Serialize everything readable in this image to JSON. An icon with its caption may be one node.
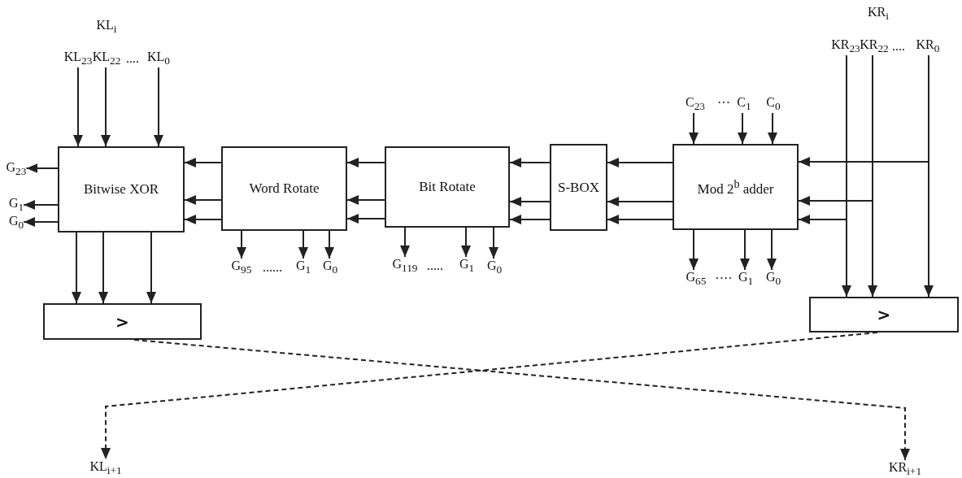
{
  "diagram": {
    "nodes": [
      {
        "text": [
          "KL$_{23}$"
        ]
      },
      {
        "text": [
          "KL$_{22}$"
        ]
      },
      {
        "text": [
          "KL$_{0}$"
        ]
      },
      {
        "text": [
          "Bitwise XOR"
        ]
      },
      {
        "text": [
          "G$_{23}$"
        ]
      },
      {
        "text": [
          "G$_{1}$"
        ]
      },
      {
        "text": [
          "G$_{0}$"
        ]
      },
      {
        "text": [
          "Word Rotate"
        ]
      },
      {
        "text": [
          "G$_{95}$"
        ]
      },
      {
        "text": [
          "G$_{1}$"
        ]
      },
      {
        "text": [
          "G$_{0}$"
        ]
      },
      {
        "text": [
          "Bit Rotate"
        ]
      },
      {
        "text": [
          "G$_{119}$"
        ]
      },
      {
        "text": [
          "G$_{1}$"
        ]
      },
      {
        "text": [
          "G$_{0}$"
        ]
      },
      {
        "text": [
          "S-BOX"
        ]
      },
      {
        "text": [
          "C$_{23}$"
        ]
      },
      {
        "text": [
          "C$_{1}$"
        ]
      },
      {
        "text": [
          "C$_{0}$"
        ]
      },
      {
        "text": [
          "Mod 2$^{b}$ adder"
        ]
      },
      {
        "text": [
          "G$_{65}$"
        ]
      },
      {
        "text": [
          "G$_{1}$"
        ]
      },
      {
        "text": [
          "G$_{0}$"
        ]
      },
      {
        "text": [
          "KR$_{23}$"
        ]
      },
      {
        "text": [
          "KR$_{22}$"
        ]
      },
      {
        "text": [
          "KR$_{0}$"
        ]
      },
      {
        "text": [
          ">"
        ]
      },
      {
        "text": [
          ">"
        ]
      },
      {
        "text": [
          "KL$_{i+1}$"
        ]
      },
      {
        "text": [
          "KR$_{i+1}$"
        ]
      }
    ],
    "edges": [
      {
        "from": 0,
        "to": 3,
        "arrow": "to"
      },
      {
        "from": 1,
        "to": 3,
        "arrow": "to"
      },
      {
        "from": 2,
        "to": 3,
        "arrow": "to"
      },
      {
        "from": 3,
        "to": 4,
        "arrow": "to"
      },
      {
        "from": 3,
        "to": 5,
        "arrow": "to"
      },
      {
        "from": 3,
        "to": 6,
        "arrow": "to"
      },
      {
        "from": 3,
        "to": 26,
        "arrow": "to"
      },
      {
        "from": 3,
        "to": 26,
        "arrow": "to"
      },
      {
        "from": 3,
        "to": 26,
        "arrow": "to"
      },
      {
        "from": 7,
        "to": 3,
        "arrow": "to"
      },
      {
        "from": 7,
        "to": 3,
        "arrow": "to"
      },
      {
        "from": 7,
        "to": 3,
        "arrow": "to"
      },
      {
        "from": 7,
        "to": 8,
        "arrow": "to"
      },
      {
        "from": 7,
        "to": 9,
        "arrow": "to"
      },
      {
        "from": 7,
        "to": 10,
        "arrow": "to"
      },
      {
        "from": 11,
        "to": 7,
        "arrow": "to"
      },
      {
        "from": 11,
        "to": 7,
        "arrow": "to"
      },
      {
        "from": 11,
        "to": 7,
        "arrow": "to"
      },
      {
        "from": 11,
        "to": 12,
        "arrow": "to"
      },
      {
        "from": 11,
        "to": 13,
        "arrow": "to"
      },
      {
        "from": 11,
        "to": 14,
        "arrow": "to"
      },
      {
        "from": 15,
        "to": 11,
        "arrow": "to"
      },
      {
        "from": 15,
        "to": 11,
        "arrow": "to"
      },
      {
        "from": 15,
        "to": 11,
        "arrow": "to"
      },
      {
        "from": 19,
        "to": 15,
        "arrow": "to"
      },
      {
        "from": 19,
        "to": 15,
        "arrow": "to"
      },
      {
        "from": 19,
        "to": 15,
        "arrow": "to"
      },
      {
        "from": 16,
        "to": 19,
        "arrow": "to"
      },
      {
        "from": 17,
        "to": 19,
        "arrow": "to"
      },
      {
        "from": 18,
        "to": 19,
        "arrow": "to"
      },
      {
        "from": 19,
        "to": 20,
        "arrow": "to"
      },
      {
        "from": 19,
        "to": 21,
        "arrow": "to"
      },
      {
        "from": 19,
        "to": 22,
        "arrow": "to"
      },
      {
        "from": 23,
        "to": 27,
        "arrow": "to"
      },
      {
        "from": 24,
        "to": 27,
        "arrow": "to"
      },
      {
        "from": 25,
        "to": 27,
        "arrow": "to"
      },
      {
        "from": 25,
        "to": 19,
        "arrow": "to"
      },
      {
        "from": 24,
        "to": 19,
        "arrow": "to"
      },
      {
        "from": 23,
        "to": 19,
        "arrow": "to"
      },
      {
        "from": 26,
        "to": 29,
        "arrow": "to",
        "style": "dashed"
      },
      {
        "from": 27,
        "to": 28,
        "arrow": "to",
        "style": "dashed"
      }
    ],
    "labels": [
      "KR$_{i}$",
      "KL$_{i}$",
      "....",
      "....",
      "···",
      ".....",
      "......",
      "····"
    ]
  }
}
